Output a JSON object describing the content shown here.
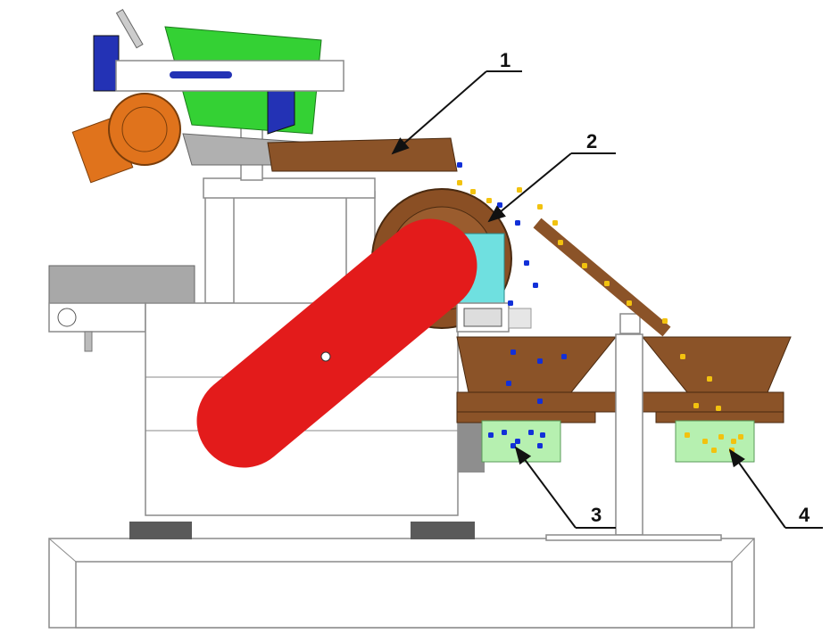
{
  "diagram": {
    "labels": [
      {
        "id": "1",
        "text": "1"
      },
      {
        "id": "2",
        "text": "2"
      },
      {
        "id": "3",
        "text": "3"
      },
      {
        "id": "4",
        "text": "4"
      }
    ],
    "colors": {
      "roller": "#e31b1b",
      "drum": "#8a4f24",
      "chute": "#8b5328",
      "motor": "#e0731c",
      "bracket_blue": "#1f2fb0",
      "bracket_green": "#2fd12f",
      "tray": "#b6f0b0",
      "cyan_block": "#6fe0e0",
      "particle_blue": "#1230d8",
      "particle_yellow": "#f2c20f"
    }
  }
}
